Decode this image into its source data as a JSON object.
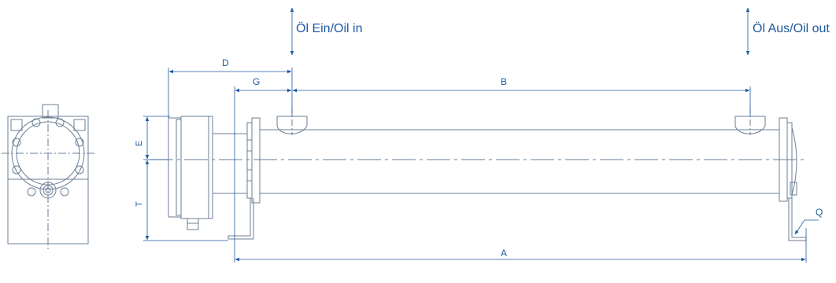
{
  "colors": {
    "line": "#6b7f96",
    "dim": "#1f5aa0",
    "text": "#1f5aa0",
    "background": "#ffffff"
  },
  "labels": {
    "oil_in": "Öl Ein/Oil in",
    "oil_out": "Öl Aus/Oil out",
    "dim_a": "A",
    "dim_b": "B",
    "dim_d": "D",
    "dim_g": "G",
    "dim_e": "E",
    "dim_t": "T",
    "dim_q": "Q"
  }
}
